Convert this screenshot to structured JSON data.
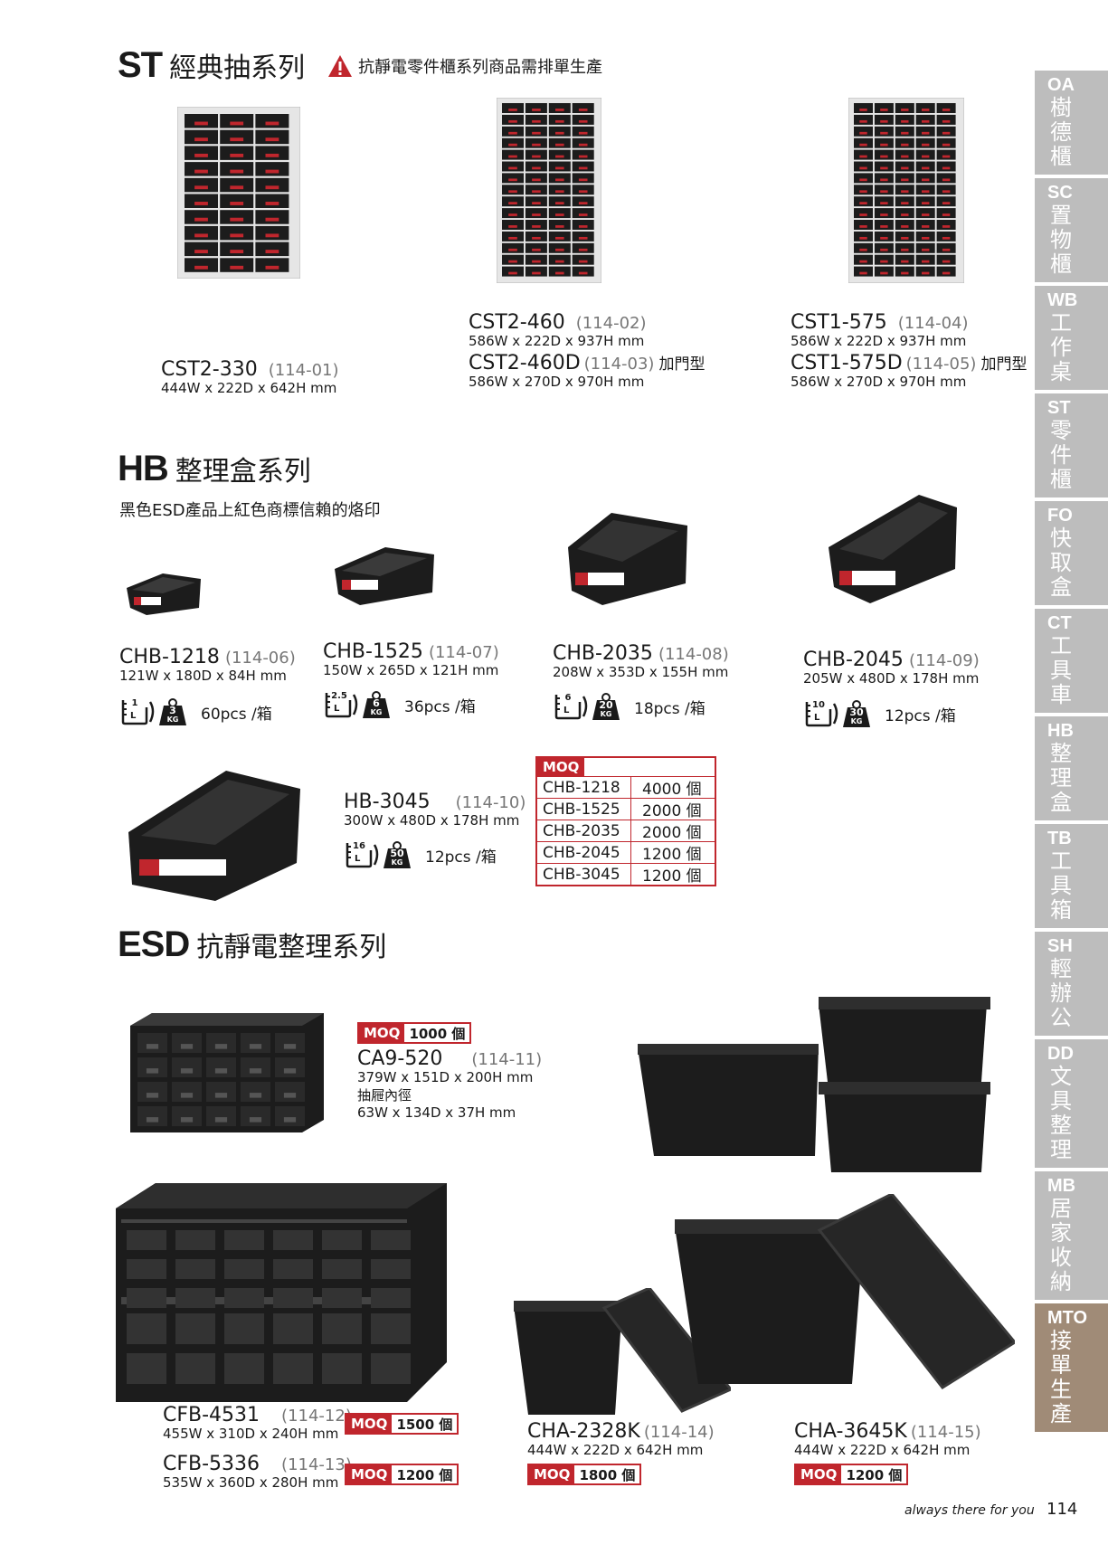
{
  "st": {
    "code": "ST",
    "name": "經典抽系列",
    "warning": "抗靜電零件櫃系列商品需排單生產",
    "products": [
      {
        "model": "CST2-330",
        "code": "(114-01)",
        "dims": "444W x 222D x 642H mm"
      },
      {
        "model": "CST2-460",
        "code": "(114-02)",
        "dims": "586W x 222D x 937H mm"
      },
      {
        "model": "CST2-460D",
        "code": "(114-03)",
        "extra": "加門型",
        "dims": "586W x 270D x 970H mm"
      },
      {
        "model": "CST1-575",
        "code": "(114-04)",
        "dims": "586W x 222D x 937H mm"
      },
      {
        "model": "CST1-575D",
        "code": "(114-05)",
        "extra": "加門型",
        "dims": "586W x 270D x 970H mm"
      }
    ]
  },
  "hb": {
    "code": "HB",
    "name": "整理盒系列",
    "subtitle": "黑色ESD產品上紅色商標信賴的烙印",
    "products": [
      {
        "model": "CHB-1218",
        "code": "(114-06)",
        "dims": "121W x 180D x 84H mm",
        "liters": "1",
        "kg": "3",
        "pcs": "60pcs /箱"
      },
      {
        "model": "CHB-1525",
        "code": "(114-07)",
        "dims": "150W x 265D x 121H mm",
        "liters": "2.5",
        "kg": "6",
        "pcs": "36pcs /箱"
      },
      {
        "model": "CHB-2035",
        "code": "(114-08)",
        "dims": "208W x 353D x 155H mm",
        "liters": "6",
        "kg": "20",
        "pcs": "18pcs /箱"
      },
      {
        "model": "CHB-2045",
        "code": "(114-09)",
        "dims": "205W x 480D x 178H mm",
        "liters": "10",
        "kg": "30",
        "pcs": "12pcs /箱"
      },
      {
        "model": "HB-3045",
        "code": "(114-10)",
        "dims": "300W x 480D x 178H mm",
        "liters": "16",
        "kg": "50",
        "pcs": "12pcs /箱"
      }
    ],
    "liter_unit": "L",
    "kg_unit": "KG",
    "moq_label": "MOQ",
    "moq": [
      {
        "model": "CHB-1218",
        "qty": "4000 個"
      },
      {
        "model": "CHB-1525",
        "qty": "2000 個"
      },
      {
        "model": "CHB-2035",
        "qty": "2000 個"
      },
      {
        "model": "CHB-2045",
        "qty": "1200 個"
      },
      {
        "model": "CHB-3045",
        "qty": "1200 個"
      }
    ]
  },
  "esd": {
    "code": "ESD",
    "name": "抗靜電整理系列",
    "products": [
      {
        "model": "CA9-520",
        "code": "(114-11)",
        "dims": "379W x 151D x 200H mm",
        "inner_label": "抽屜內徑",
        "inner_dims": "63W x 134D x 37H mm",
        "moq": "1000 個"
      },
      {
        "model": "CFB-4531",
        "code": "(114-12)",
        "dims": "455W x 310D x 240H mm",
        "moq": "1500 個"
      },
      {
        "model": "CFB-5336",
        "code": "(114-13)",
        "dims": "535W x 360D x 280H mm",
        "moq": "1200 個"
      },
      {
        "model": "CHA-2328K",
        "code": "(114-14)",
        "dims": "444W x 222D x 642H mm",
        "moq": "1800 個"
      },
      {
        "model": "CHA-3645K",
        "code": "(114-15)",
        "dims": "444W x 222D x 642H mm",
        "moq": "1200 個"
      }
    ]
  },
  "sidebar": [
    {
      "code": "OA",
      "name": "樹德櫃"
    },
    {
      "code": "SC",
      "name": "置物櫃"
    },
    {
      "code": "WB",
      "name": "工作桌"
    },
    {
      "code": "ST",
      "name": "零件櫃"
    },
    {
      "code": "FO",
      "name": "快取盒"
    },
    {
      "code": "CT",
      "name": "工具車"
    },
    {
      "code": "HB",
      "name": "整理盒"
    },
    {
      "code": "TB",
      "name": "工具箱"
    },
    {
      "code": "SH",
      "name": "輕辦公"
    },
    {
      "code": "DD",
      "name": "文具整理"
    },
    {
      "code": "MB",
      "name": "居家收納"
    },
    {
      "code": "MTO",
      "name": "接單生產"
    }
  ],
  "footer": {
    "tagline": "always there for you",
    "page": "114"
  },
  "colors": {
    "accent_red": "#c0262d",
    "sidebar_gray": "#bdbdbd",
    "sidebar_active": "#a08b77",
    "product_black": "#1c1c1c"
  }
}
